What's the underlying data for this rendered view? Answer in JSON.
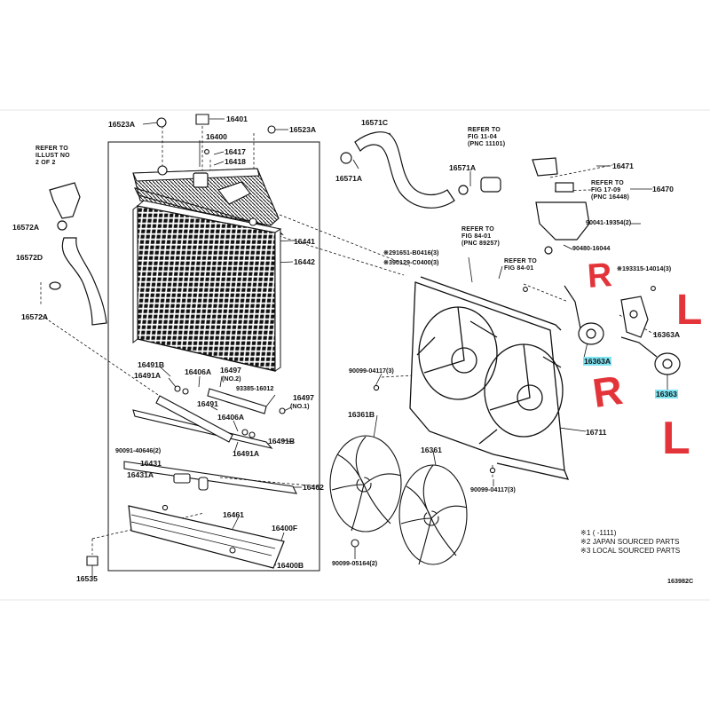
{
  "labels": {
    "p16523a_l": "16523A",
    "p16401": "16401",
    "p16523a_r": "16523A",
    "p16400": "16400",
    "p16417": "16417",
    "p16418": "16418",
    "p16571c": "16571C",
    "p16571a_l": "16571A",
    "p16571a_r": "16571A",
    "p16572a_t": "16572A",
    "p16572d": "16572D",
    "p16572a_b": "16572A",
    "p16441": "16441",
    "p16442": "16442",
    "p16491b_t": "16491B",
    "p16491a_t": "16491A",
    "p16406a": "16406A",
    "p16497_t": "16497",
    "p16491": "16491",
    "p16406a_b": "16406A",
    "p16497_b": "16497",
    "p16491b_b": "16491B",
    "p16491a_b": "16491A",
    "p16431": "16431",
    "p16431a": "16431A",
    "p16462": "16462",
    "p16461": "16461",
    "p16400f": "16400F",
    "p16400b": "16400B",
    "p16535": "16535",
    "p16471": "16471",
    "p16470": "16470",
    "p16363a": "16363A",
    "p16363": "16363",
    "p16363a_r": "16363A",
    "p16711": "16711",
    "p16361b": "16361B",
    "p16361": "16361",
    "p90099_04117_t": "90099-04117(3)",
    "p90099_04117_b": "90099-04117(3)",
    "p90099_05164": "90099-05164(2)",
    "p90041": "90041-19354(2)",
    "p90480": "90480-16044",
    "p193315": "※193315-14014(3)",
    "p291651": "※291651-B0416(3)",
    "p390129": "※390129-C0400(3)",
    "p93385": "93385-16012",
    "p90091": "90091-40646(2)",
    "no2": "(NO.2)",
    "no1": "(NO.1)",
    "code": "163982C"
  },
  "refs": {
    "illust": "REFER TO\nILLUST NO\n2 OF 2",
    "fig11": "REFER TO\nFIG 11-04\n(PNC 11101)",
    "fig84a": "REFER TO\nFIG 84-01\n(PNC 89257)",
    "fig84b": "REFER TO\nFIG 84-01",
    "fig1709": "REFER TO\nFIG 17-09\n(PNC 16448)"
  },
  "notes": {
    "n1": "※1 (      -1111)",
    "n2": "※2 JAPAN SOURCED PARTS",
    "n3": "※3 LOCAL SOURCED PARTS"
  },
  "marks": {
    "r_top": "R",
    "r_mid": "R",
    "l_top": "L",
    "l_bot": "L"
  },
  "colors": {
    "highlight": "#7fe3f2",
    "marker": "#e3343a",
    "line": "#111111"
  }
}
